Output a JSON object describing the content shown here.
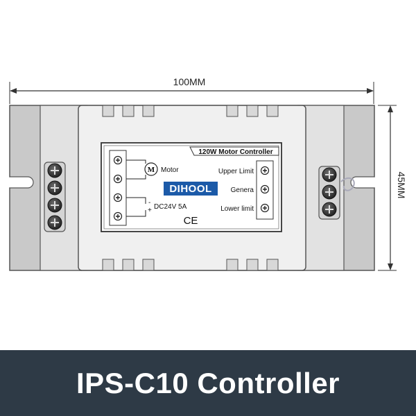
{
  "dimensions": {
    "width_label": "100MM",
    "height_label": "45MM"
  },
  "label_panel": {
    "title": "120W Motor Controller",
    "motor_symbol": "M",
    "motor_label": "Motor",
    "brand": "DIHOOL",
    "power_minus": "-",
    "power_plus": "+",
    "power_label": "DC24V 5A",
    "ce_mark": "CE",
    "right_labels": [
      "Upper Limit",
      "Genera",
      "Lower limit"
    ]
  },
  "banner": {
    "title": "IPS-C10 Controller"
  },
  "colors": {
    "brand": "#1c5aa8",
    "banner_bg": "#2e3a46",
    "shell": "#f0f0f0",
    "flange": "#c9c9c9"
  }
}
